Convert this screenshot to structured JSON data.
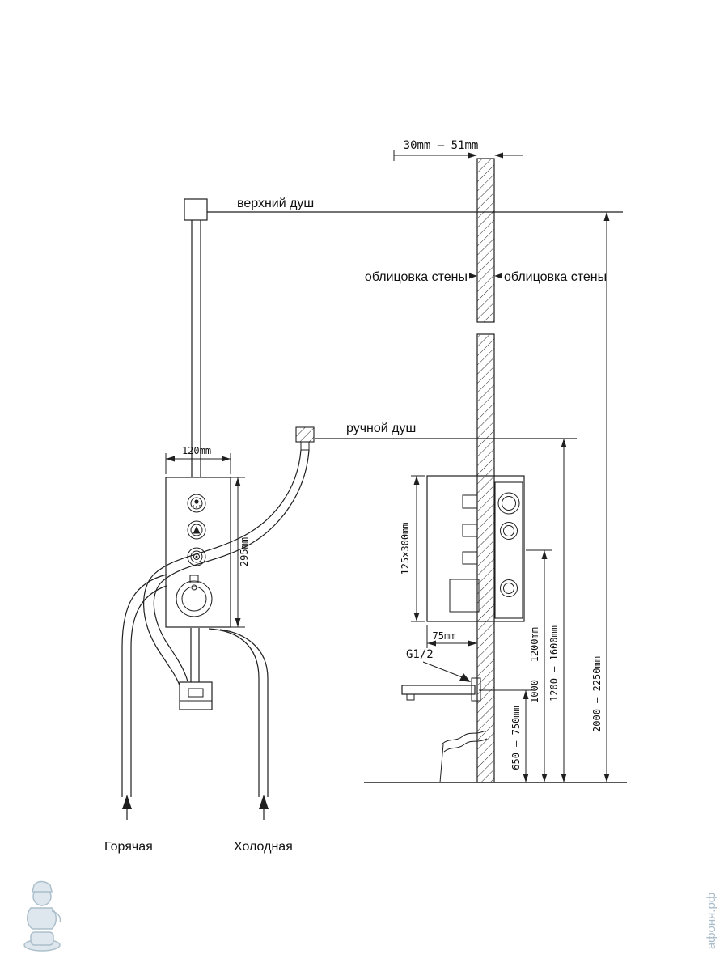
{
  "labels": {
    "top_dim": "30mm – 51mm",
    "upper_shower": "верхний душ",
    "cladding_left": "облицовка стены",
    "cladding_right": "облицовка стены",
    "hand_shower": "ручной душ",
    "panel_width": "120mm",
    "panel_height": "295mm",
    "box_dims": "125x300mm",
    "box_depth": "75mm",
    "thread": "G1/2",
    "dim_spout": "650 – 750mm",
    "dim_mixer": "1000 – 1200mm",
    "dim_hand": "1200 – 1600mm",
    "dim_overhead": "2000 – 2250mm",
    "hot": "Горячая",
    "cold": "Холодная",
    "watermark": "афоня.рф"
  },
  "colors": {
    "line": "#1f1f1f",
    "watermark": "#a9bcc9",
    "background": "#ffffff"
  }
}
